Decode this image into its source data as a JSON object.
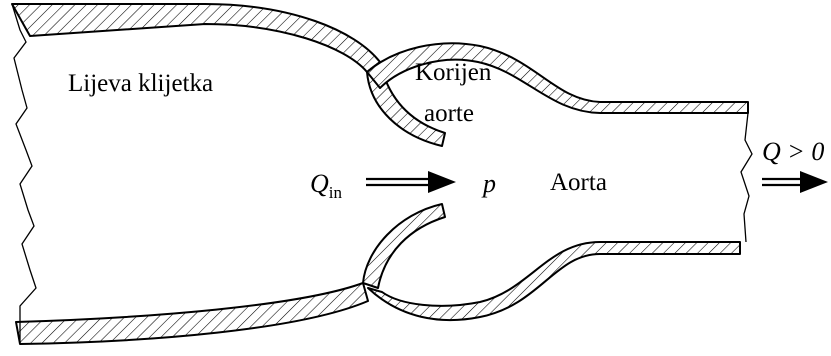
{
  "labels": {
    "left_ventricle": "Lijeva klijetka",
    "aortic_root_line1": "Korijen",
    "aortic_root_line2": "aorte",
    "aorta": "Aorta",
    "inflow_symbol": "Q",
    "inflow_subscript": "in",
    "pressure_symbol": "p",
    "outflow": "Q > 0"
  },
  "colors": {
    "ink": "#000000",
    "background": "#ffffff"
  }
}
